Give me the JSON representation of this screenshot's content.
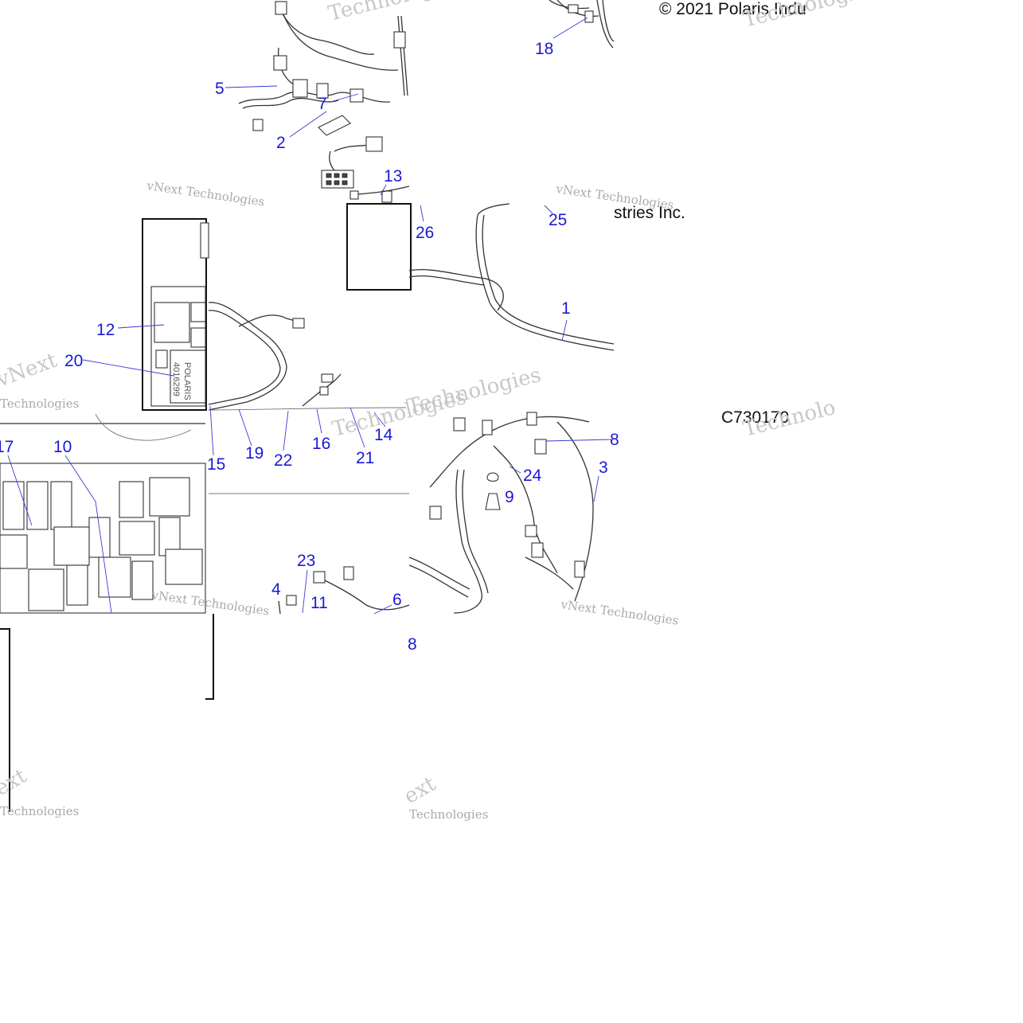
{
  "copyright": "© 2021 Polaris Indu",
  "copyright_tail": "stries Inc.",
  "drawing_code": "C730170",
  "watermarks": [
    "vNext Technologies",
    "Technologies",
    "vNext",
    "Technolo",
    "ext"
  ],
  "fuse_box_label": [
    "POLARIS",
    "4016299"
  ],
  "callouts": [
    "18",
    "5",
    "7",
    "2",
    "13",
    "26",
    "25",
    "1",
    "12",
    "20",
    "17",
    "10",
    "15",
    "19",
    "22",
    "16",
    "21",
    "14",
    "24",
    "9",
    "3",
    "8",
    "23",
    "4",
    "11",
    "6",
    "8"
  ],
  "colors": {
    "callout": "#1a1ad6",
    "line": "#333333",
    "watermark": "#c8c8c8"
  }
}
